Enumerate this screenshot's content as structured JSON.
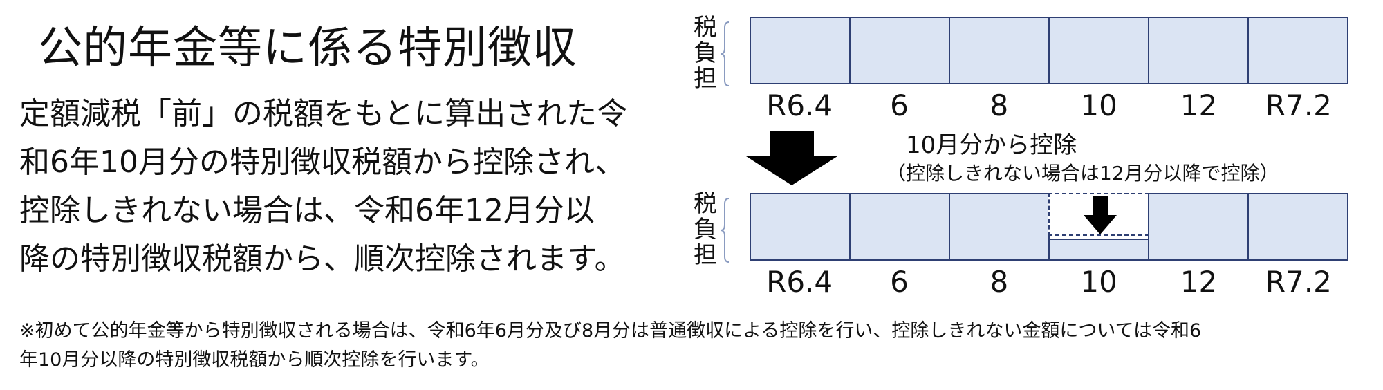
{
  "title": "公的年金等に係る特別徴収",
  "body_lines": [
    "定額減税「前」の税額をもとに算出された令",
    "和6年10月分の特別徴収税額から控除され、",
    "控除しきれない場合は、令和6年12月分以",
    "降の特別徴収税額から、順次控除されます。"
  ],
  "diagram": {
    "y_label_chars": [
      "税",
      "負",
      "担"
    ],
    "ticks": [
      "R6.4",
      "6",
      "8",
      "10",
      "12",
      "R7.2"
    ],
    "deduction_label": "10月分から控除",
    "deduction_note": "（控除しきれない場合は12月分以降で控除）",
    "deducted_period": "10",
    "bar_fill_color": "#dbe4f3",
    "bar_border_color": "#2e3f73",
    "arrow_icon": "down-arrow-icon"
  },
  "footnote_lines": [
    "※初めて公的年金等から特別徴収される場合は、令和6年6月分及び8月分は普通徴収による控除を行い、控除しきれない金額については令和6",
    "年10月分以降の特別徴収税額から順次控除を行います。"
  ]
}
